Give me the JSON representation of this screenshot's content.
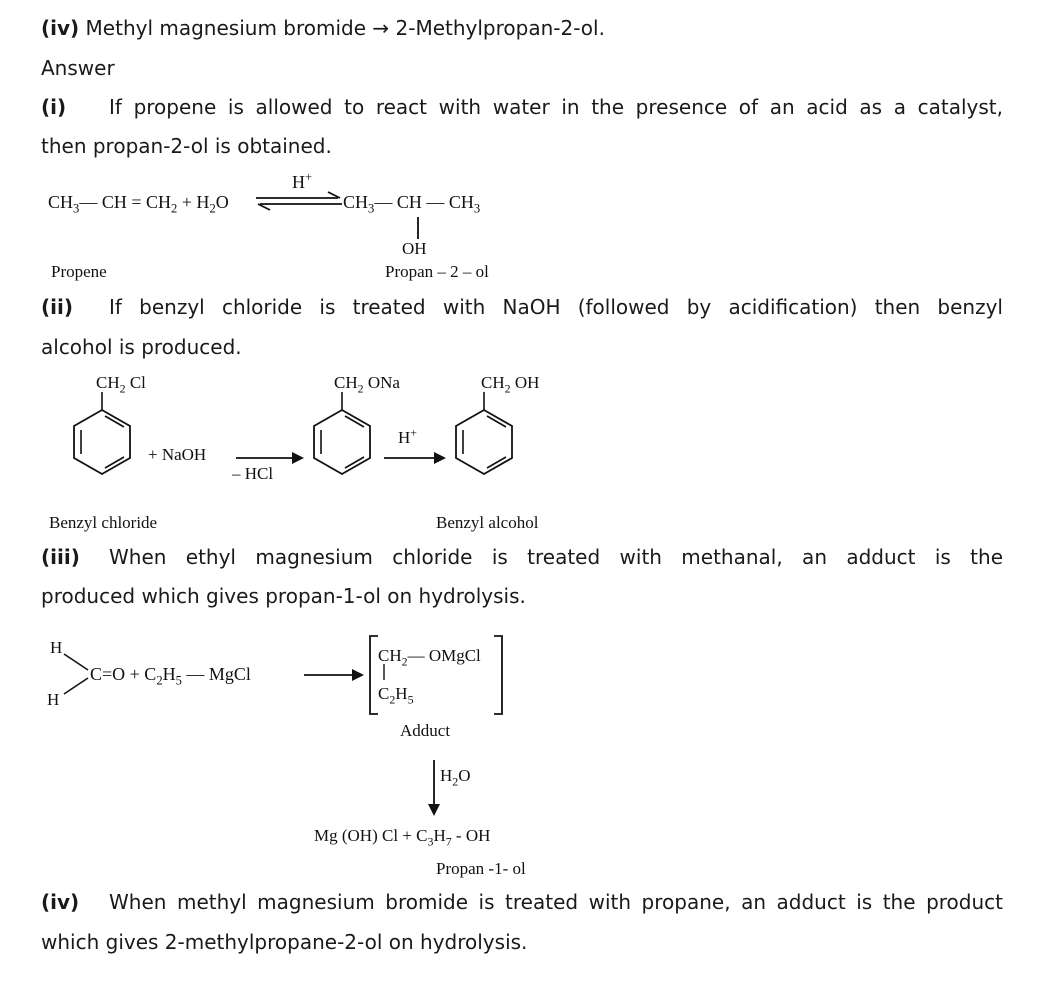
{
  "q4_heading": {
    "mark": "(iv)",
    "text": "Methyl magnesium bromide → 2-Methylpropan-2-ol."
  },
  "answer_label": "Answer",
  "part_i": {
    "mark": "(i)",
    "line1": "If propene is allowed to react with water in the presence of an acid as a catalyst,",
    "line2": "then propan-2-ol is obtained.",
    "reaction": {
      "ch3": "CH",
      "sub3": "3",
      "eq_rest": "— CH = CH",
      "sub2": "2",
      "plus_h2o": "+ H",
      "sub2b": "2",
      "o": "O",
      "catalyst": "H",
      "sup_plus": "+",
      "product": "CH",
      "prod_mid": "— CH — CH",
      "oh": "OH",
      "label_propene": "Propene",
      "label_product": "Propan – 2 – ol"
    }
  },
  "part_ii": {
    "mark": "(ii)",
    "line1": "If benzyl chloride is treated with NaOH (followed by acidification) then benzyl",
    "line2": "alcohol is produced.",
    "reaction": {
      "sub1": "CH",
      "sub1_rest": " Cl",
      "sub2": "CH",
      "sub2_rest": " ONa",
      "sub3": "CH",
      "sub3_rest": " OH",
      "two": "2",
      "plus_naoh": "+ NaOH",
      "minus_hcl": "– HCl",
      "h_plus": "H",
      "sup_plus": "+",
      "label_left": "Benzyl chloride",
      "label_right": "Benzyl alcohol"
    }
  },
  "part_iii": {
    "mark": "(iii)",
    "line1": "When ethyl magnesium chloride is treated with methanal, an adduct is the",
    "line2": "produced which gives propan-1-ol on hydrolysis.",
    "reaction": {
      "h_top": "H",
      "h_bottom": "H",
      "carbonyl": "C=O + C",
      "c2": "2",
      "h5": "H",
      "five": "5",
      "mgcl": "— MgCl",
      "adduct_top": "CH",
      "adduct_top2": "— OMgCl",
      "adduct_bottom": "C",
      "adduct_bottom_h": "H",
      "adduct_label": "Adduct",
      "water": "H",
      "water_o": "O",
      "final": "Mg (OH) Cl + C",
      "three": "3",
      "final_h": "H",
      "seven": "7",
      "final_oh": " - OH",
      "final_label": "Propan -1- ol"
    }
  },
  "part_iv": {
    "mark": "(iv)",
    "line1": "When methyl magnesium bromide is treated with propane, an adduct is the product",
    "line2": "which gives 2-methylpropane-2-ol on hydrolysis."
  }
}
